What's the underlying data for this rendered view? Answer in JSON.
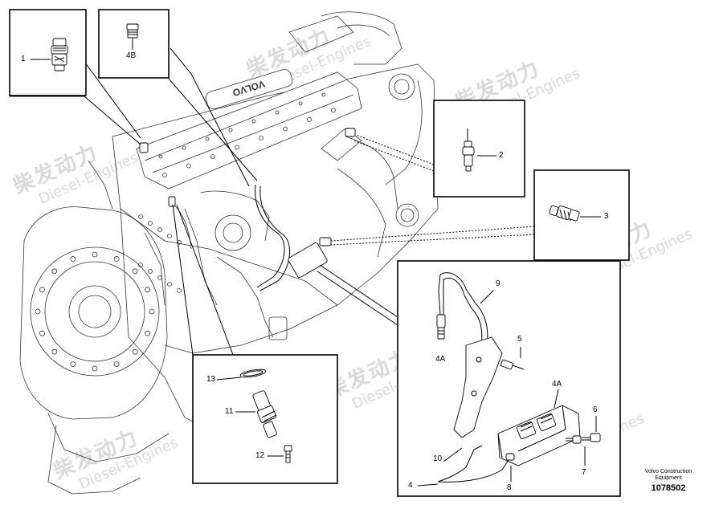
{
  "callouts": {
    "c1": "1",
    "c2": "2",
    "c3": "3",
    "c4": "4",
    "c4A_left": "4A",
    "c4A_right": "4A",
    "c4B": "4B",
    "c5": "5",
    "c6": "6",
    "c7": "7",
    "c8": "8",
    "c9": "9",
    "c10": "10",
    "c11": "11",
    "c12": "12",
    "c13": "13"
  },
  "engine_brand": "VOLVO",
  "footer": {
    "maker_line1": "Volvo Construction",
    "maker_line2": "Equipment",
    "drawing_number": "1078502"
  },
  "watermark": {
    "cn": "柴发动力",
    "en": "Diesel-Engines"
  },
  "colors": {
    "line": "#000000",
    "engine_line": "#333333",
    "watermark": "#d9d9d9",
    "background": "#ffffff"
  }
}
